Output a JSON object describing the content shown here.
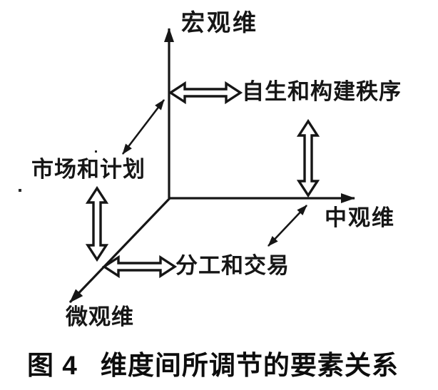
{
  "figure": {
    "axis_labels": {
      "macro": "宏观维",
      "meso": "中观维",
      "micro": "微观维"
    },
    "node_labels": {
      "order": "自生和构建秩序",
      "market_plan": "市场和计划",
      "division_exchange": "分工和交易"
    },
    "caption": {
      "prefix": "图 4",
      "text": "维度间所调节的要素关系"
    },
    "colors": {
      "ink": "#161616",
      "paper": "#ffffff"
    }
  }
}
